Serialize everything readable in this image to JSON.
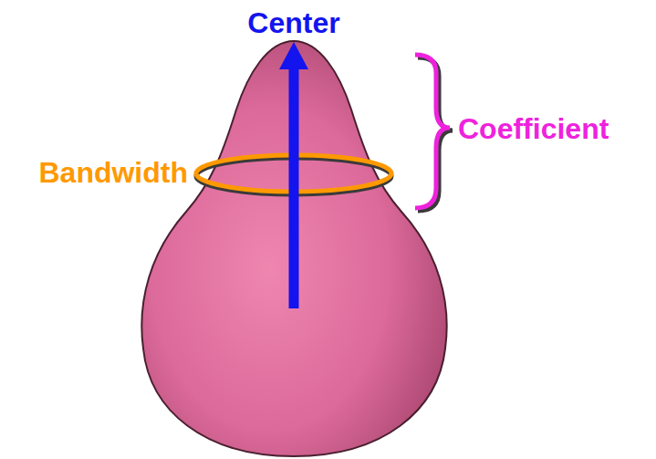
{
  "diagram": {
    "labels": [
      "Center",
      "Bandwidth",
      "Coefficient"
    ]
  }
}
